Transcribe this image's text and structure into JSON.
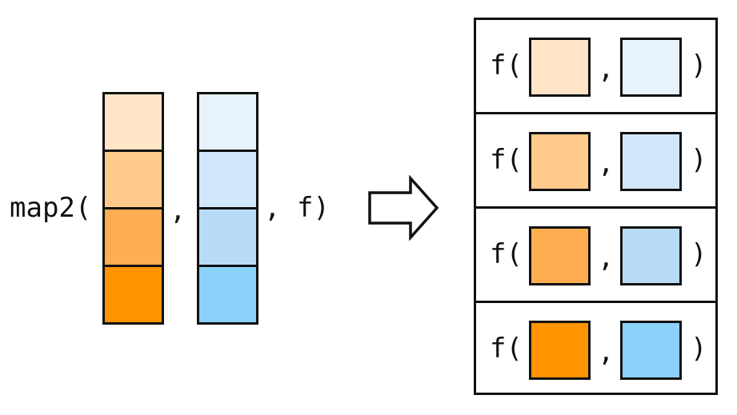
{
  "input": {
    "fn_open": "map2(",
    "comma": ",",
    "fn_close": ", f)",
    "x_colors": [
      "#FFE4C8",
      "#FFCA8C",
      "#FFAD52",
      "#FF9300"
    ],
    "y_colors": [
      "#E6F3FF",
      "#D0E7FC",
      "#B8DCF8",
      "#8BD2FB"
    ]
  },
  "output": {
    "call_open": "f(",
    "comma": ",",
    "call_close": ")",
    "rows": [
      {
        "x_color": "#FFE4C8",
        "y_color": "#E6F3FF"
      },
      {
        "x_color": "#FFCA8C",
        "y_color": "#D0E7FC"
      },
      {
        "x_color": "#FFAD52",
        "y_color": "#B8DCF8"
      },
      {
        "x_color": "#FF9300",
        "y_color": "#8BD2FB"
      }
    ]
  },
  "arrow_icon": "right-arrow-icon"
}
